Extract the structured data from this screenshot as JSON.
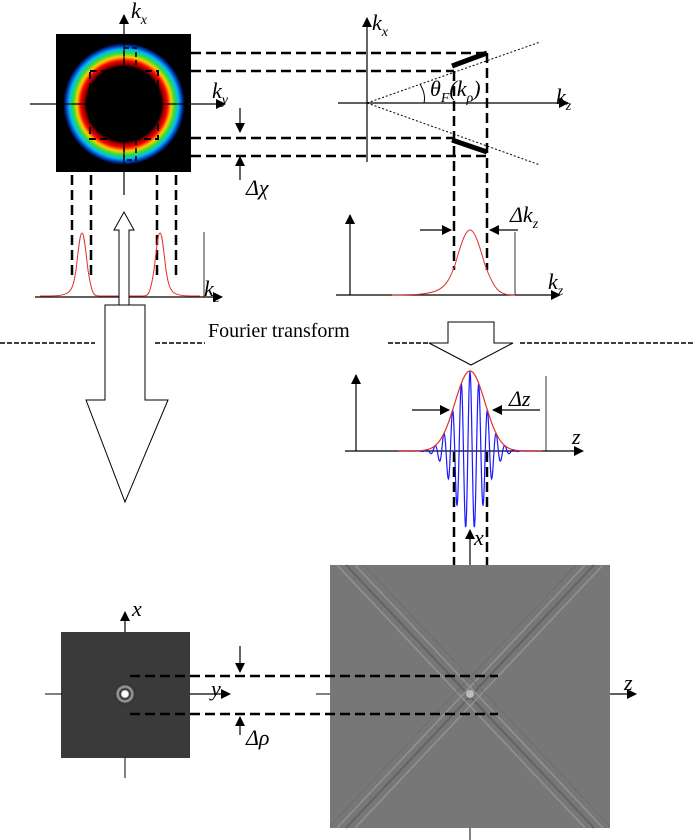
{
  "labels": {
    "kx_left": "k",
    "kx_left_sub": "x",
    "ky": "k",
    "ky_sub": "y",
    "delta_chi": "Δχ",
    "kx_right": "k",
    "kx_right_sub": "x",
    "kz_top": "k",
    "kz_top_sub": "z",
    "theta": "θ",
    "theta_sub": "F",
    "theta_arg_open": "(k",
    "theta_arg_close": ")",
    "kz_mid_left": "k",
    "kz_mid_left_sub": "z",
    "delta_kz": "Δk",
    "delta_kz_sub": "z",
    "kz_mid_right": "k",
    "kz_mid_right_sub": "z",
    "fourier": "Fourier transform",
    "delta_z": "Δz",
    "z_pulse": "z",
    "x_small": "x",
    "y_small": "y",
    "delta_rho": "Δρ",
    "x_big": "x",
    "z_big": "z"
  },
  "colors": {
    "gaussian": "#e03030",
    "envelope": "#e03030",
    "oscillation": "#1a1aff",
    "panel_dark": "#3a3a3a",
    "panel_gray": "#777777"
  }
}
